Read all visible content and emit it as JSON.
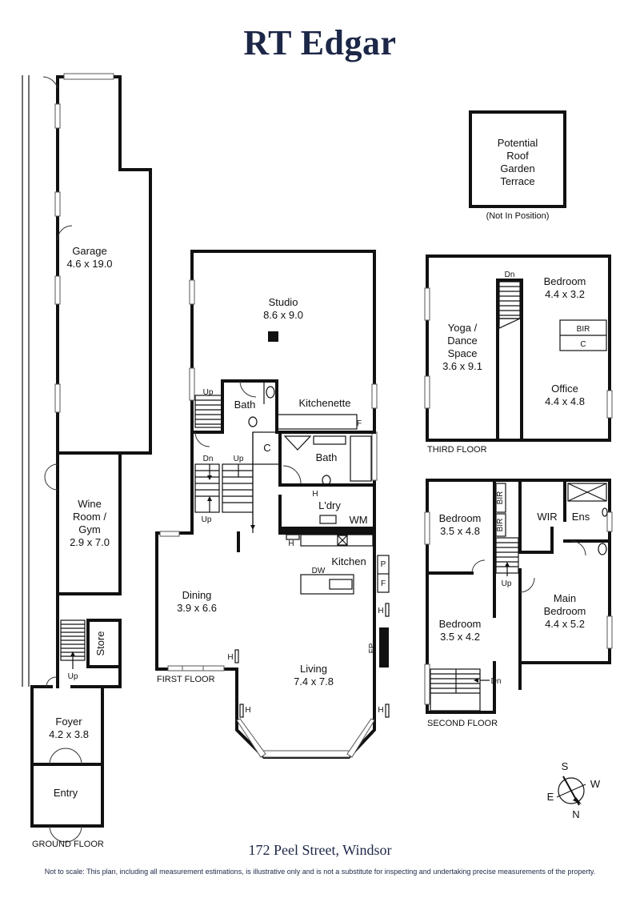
{
  "brand": "RT Edgar",
  "address": "172 Peel Street, Windsor",
  "disclaimer": "Not to scale: This plan, including all measurement estimations, is illustrative only and is not a substitute for inspecting and undertaking precise measurements of the property.",
  "floors": {
    "ground": "GROUND FLOOR",
    "first": "FIRST FLOOR",
    "second": "SECOND FLOOR",
    "third": "THIRD FLOOR"
  },
  "rooms": {
    "garage": {
      "name": "Garage",
      "size": "4.6 x 19.0"
    },
    "wine": {
      "name1": "Wine",
      "name2": "Room /",
      "name3": "Gym",
      "size": "2.9 x 7.0"
    },
    "store": "Store",
    "foyer": {
      "name": "Foyer",
      "size": "4.2 x 3.8"
    },
    "entry": "Entry",
    "studio": {
      "name": "Studio",
      "size": "8.6 x 9.0"
    },
    "bath1": "Bath",
    "kitchenette": "Kitchenette",
    "c1": "C",
    "bath2": "Bath",
    "laundry": "L'dry",
    "wm": "WM",
    "kitchen": "Kitchen",
    "dining": {
      "name": "Dining",
      "size": "3.9 x 6.6"
    },
    "living": {
      "name": "Living",
      "size": "7.4 x 7.8"
    },
    "roof": {
      "l1": "Potential",
      "l2": "Roof",
      "l3": "Garden",
      "l4": "Terrace",
      "note": "(Not In Position)"
    },
    "yoga": {
      "l1": "Yoga /",
      "l2": "Dance",
      "l3": "Space",
      "size": "3.6 x 9.1"
    },
    "bed3": {
      "name": "Bedroom",
      "size": "4.4 x 3.2"
    },
    "bir3": "BIR",
    "c3": "C",
    "office": {
      "name": "Office",
      "size": "4.4 x 4.8"
    },
    "bed2a": {
      "name": "Bedroom",
      "size": "3.5 x 4.8"
    },
    "bir2a": "BIR",
    "bir2b": "BIR",
    "wir": "WIR",
    "ens": "Ens",
    "main": {
      "l1": "Main",
      "l2": "Bedroom",
      "size": "4.4 x 5.2"
    },
    "bed2b": {
      "name": "Bedroom",
      "size": "3.5 x 4.2"
    }
  },
  "marks": {
    "up": "Up",
    "dn": "Dn",
    "h": "H",
    "f": "F",
    "p": "P",
    "dw": "DW",
    "fp": "FP"
  },
  "compass": {
    "n": "N",
    "s": "S",
    "e": "E",
    "w": "W"
  }
}
